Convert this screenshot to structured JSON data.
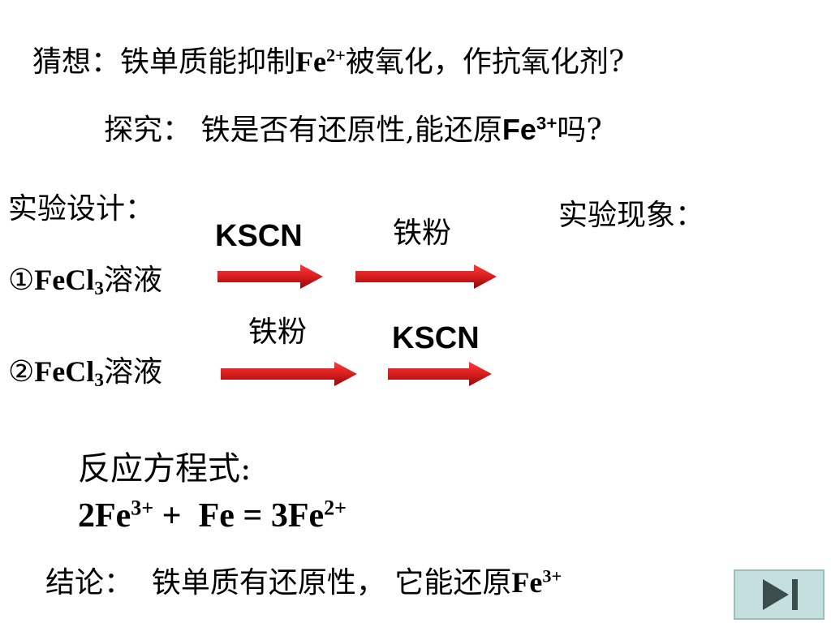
{
  "hypothesis": {
    "prefix": "猜想：铁单质能抑制",
    "formula": "Fe",
    "charge": "2+",
    "suffix": "被氧化，作抗氧化剂?"
  },
  "inquiry": {
    "prefix": "探究：  铁是否有还原性,能还原",
    "formula": "Fe",
    "charge": "3+",
    "suffix": "吗?"
  },
  "design_label": "实验设计：",
  "phenomenon_label": "实验现象：",
  "experiment1": {
    "marker": "①",
    "formula_main": "FeCl",
    "subscript": "3",
    "solution": "溶液",
    "reagent1": "KSCN",
    "reagent2": "铁粉"
  },
  "experiment2": {
    "marker": "②",
    "formula_main": "FeCl",
    "subscript": "3",
    "solution": "溶液",
    "reagent1": "铁粉",
    "reagent2": "KSCN"
  },
  "equation": {
    "label": "反应方程式:",
    "lhs1": "2Fe",
    "lhs1_charge": "3+",
    "plus": " +  Fe = 3Fe",
    "rhs_charge": "2+"
  },
  "conclusion": {
    "prefix": "结论：  铁单质有还原性， 它能还原",
    "formula": "Fe",
    "charge": "3+"
  },
  "nav": {
    "icon": "end-icon",
    "background": "#c5dede"
  },
  "colors": {
    "arrow": "#d81e1e",
    "arrow_dark": "#8c0a0a"
  }
}
